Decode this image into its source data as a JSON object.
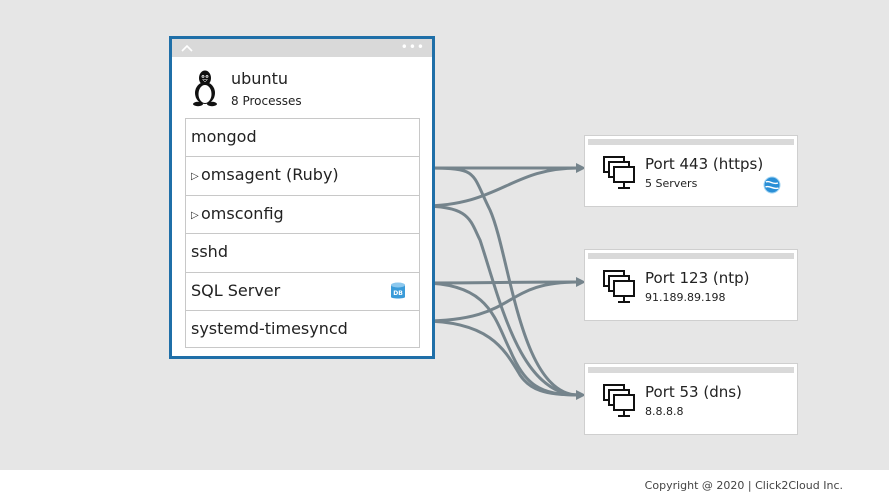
{
  "machine": {
    "name": "ubuntu",
    "process_count": "8 Processes",
    "processes": [
      {
        "label": "mongod",
        "expandable": false,
        "icon": null
      },
      {
        "label": "omsagent (Ruby)",
        "expandable": true,
        "icon": null
      },
      {
        "label": "omsconfig",
        "expandable": true,
        "icon": null
      },
      {
        "label": "sshd",
        "expandable": false,
        "icon": null
      },
      {
        "label": "SQL Server",
        "expandable": false,
        "icon": "database-icon"
      },
      {
        "label": "systemd-timesyncd",
        "expandable": false,
        "icon": null
      }
    ]
  },
  "ports": [
    {
      "name": "Port 443 (https)",
      "detail": "5 Servers",
      "icon": "globe-icon"
    },
    {
      "name": "Port 123 (ntp)",
      "detail": "91.189.89.198",
      "icon": null
    },
    {
      "name": "Port 53 (dns)",
      "detail": "8.8.8.8",
      "icon": null
    }
  ],
  "footer": {
    "copyright": "Copyright @ 2020 |   Click2Cloud Inc."
  },
  "colors": {
    "canvas": "#e6e6e6",
    "machine_border": "#1f6fa8",
    "connector": "#75848c",
    "header_bar": "#d9d9d9"
  }
}
